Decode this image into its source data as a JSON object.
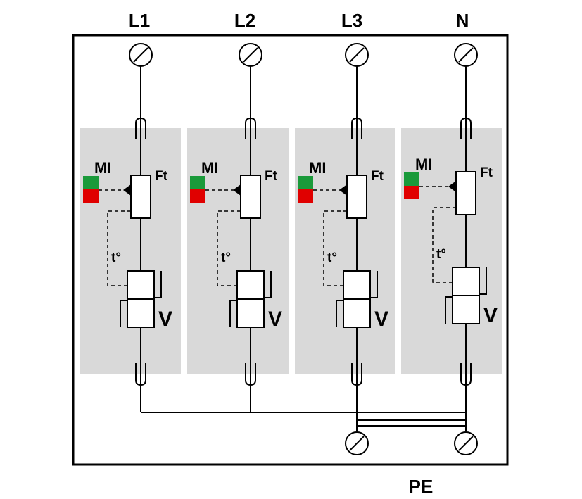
{
  "terminals": {
    "top": [
      "L1",
      "L2",
      "L3",
      "N"
    ],
    "bottom": "PE"
  },
  "module_labels": {
    "indicator": "MI",
    "fuse": "Ft",
    "thermal": "t°",
    "varistor": "V"
  },
  "colors": {
    "background": "#ffffff",
    "stroke": "#000000",
    "module_fill": "#d9d9d9",
    "indicator_ok": "#1a9a3a",
    "indicator_fault": "#e00000"
  },
  "icons": {
    "terminal": "screw-terminal-icon",
    "fuse": "fuse-icon",
    "varistor": "varistor-icon",
    "indicator": "status-indicator-icon"
  }
}
